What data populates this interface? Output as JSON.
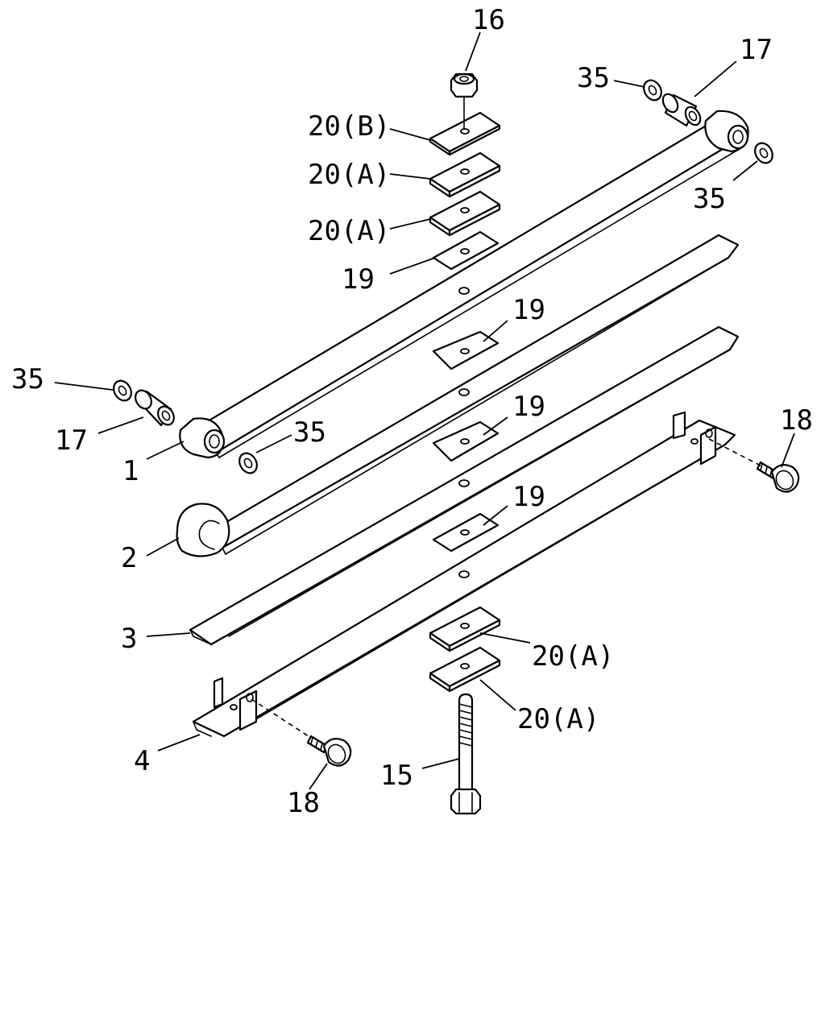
{
  "callouts": {
    "c16": "16",
    "c17_top": "17",
    "c35_top_left": "35",
    "c35_top_right": "35",
    "c20b": "20(B)",
    "c20a_1": "20(A)",
    "c20a_2": "20(A)",
    "c19_top": "19",
    "c19_2": "19",
    "c19_3": "19",
    "c19_4": "19",
    "c35_left": "35",
    "c17_left": "17",
    "c35_mid": "35",
    "c1": "1",
    "c18_right": "18",
    "c2": "2",
    "c3": "3",
    "c20a_3": "20(A)",
    "c20a_4": "20(A)",
    "c4": "4",
    "c18_left": "18",
    "c15": "15"
  }
}
